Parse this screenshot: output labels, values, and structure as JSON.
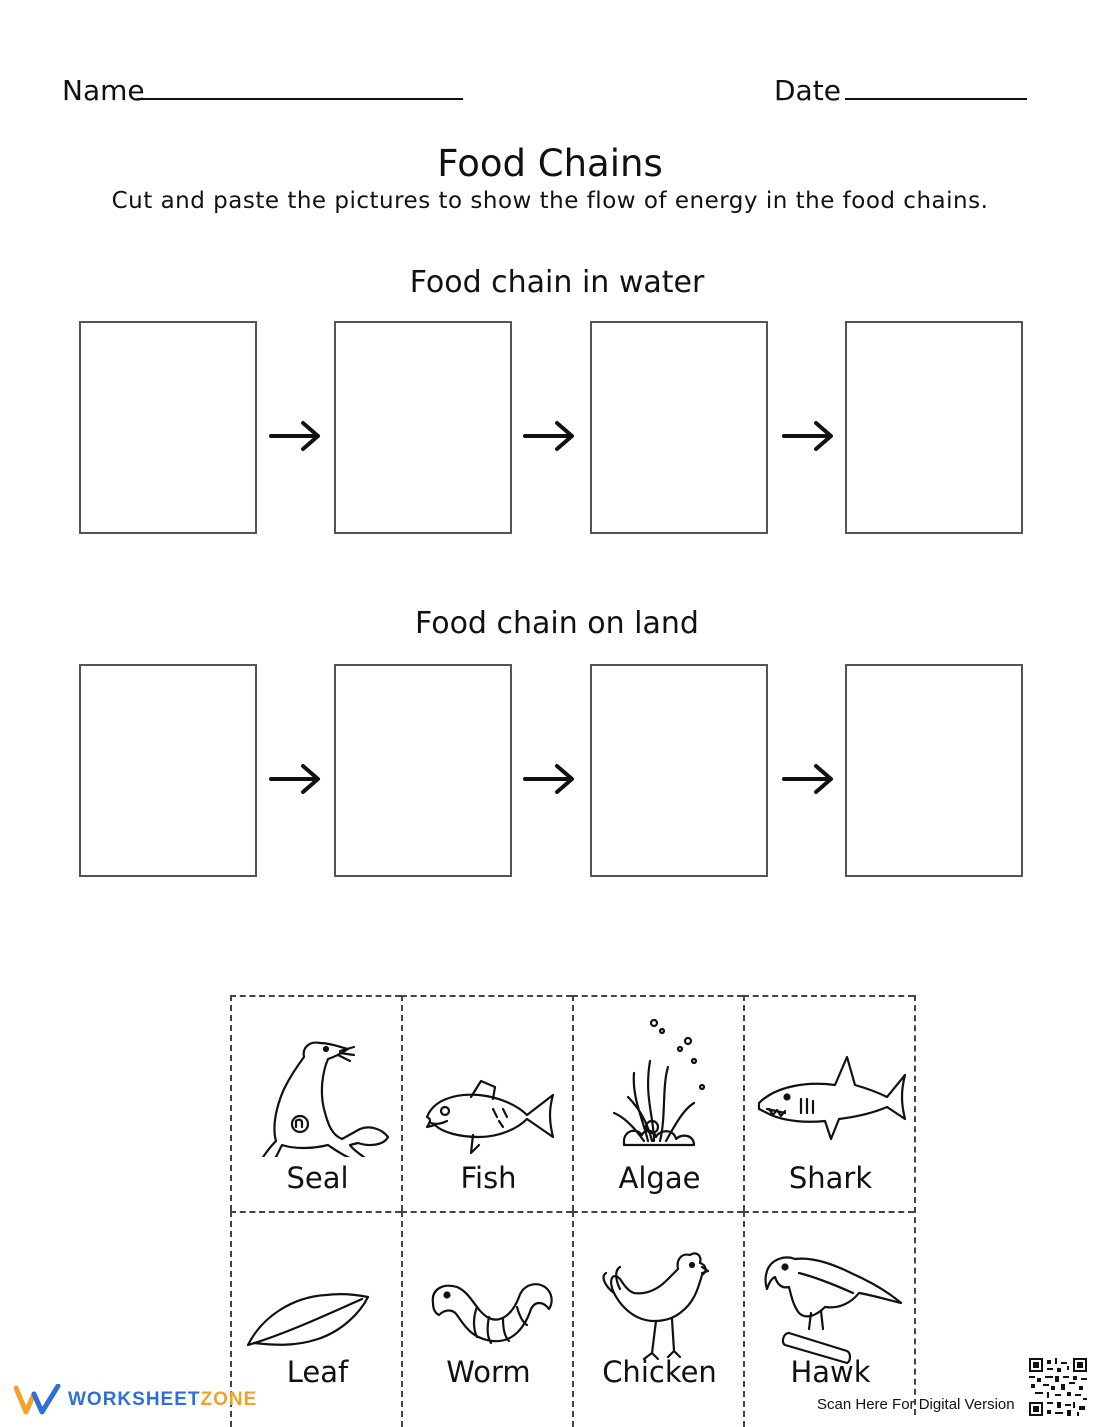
{
  "header": {
    "name_label": "Name",
    "date_label": "Date"
  },
  "title": "Food Chains",
  "instructions": "Cut and paste the pictures to show the flow of energy in the food chains.",
  "sections": [
    {
      "title": "Food chain in water"
    },
    {
      "title": "Food chain on land"
    }
  ],
  "cutouts": [
    {
      "label": "Seal",
      "icon": "seal-icon"
    },
    {
      "label": "Fish",
      "icon": "fish-icon"
    },
    {
      "label": "Algae",
      "icon": "algae-icon"
    },
    {
      "label": "Shark",
      "icon": "shark-icon"
    },
    {
      "label": "Leaf",
      "icon": "leaf-icon"
    },
    {
      "label": "Worm",
      "icon": "worm-icon"
    },
    {
      "label": "Chicken",
      "icon": "chicken-icon"
    },
    {
      "label": "Hawk",
      "icon": "hawk-icon"
    }
  ],
  "footer": {
    "brand_part1": "WORKSHEET",
    "brand_part2": "ZONE",
    "scan_text": "Scan Here For Digital Version",
    "brand_colors": {
      "blue": "#2f6fd6",
      "orange": "#f2a12a"
    }
  }
}
